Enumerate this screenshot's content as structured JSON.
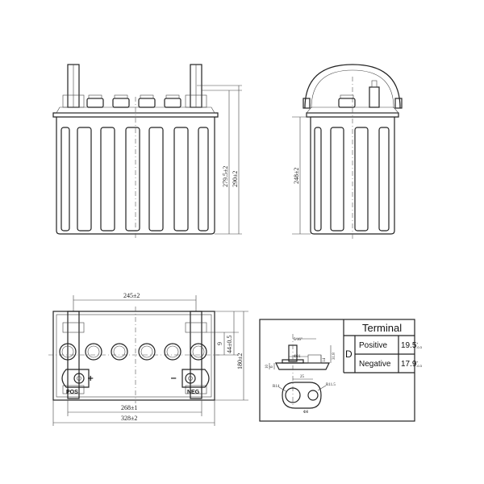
{
  "dimensions": {
    "front_inner_height": "279.5±2",
    "front_total_height": "290±2",
    "side_height": "248±2",
    "top_pole_spacing": "245±2",
    "top_offset_small": "9",
    "top_offset_mid": "44±0.5",
    "top_width": "180±2",
    "top_inner_length": "268±1",
    "top_total_length": "328±2"
  },
  "labels": {
    "pos": "POS",
    "neg": "NEG",
    "plus_symbol": "+",
    "minus_symbol": "−"
  },
  "terminal_detail": {
    "title": "Terminal",
    "code": "D",
    "rows": [
      {
        "name": "Positive",
        "value": "19.5",
        "tol_upper": "+",
        "tol_lower": "-0.3"
      },
      {
        "name": "Negative",
        "value": "17.9",
        "tol_upper": "+",
        "tol_lower": "-0.3"
      }
    ],
    "dims": {
      "bolt": "5/16\"",
      "hole": "Φ21",
      "h1": "14",
      "h2": "31.8",
      "base1": "10",
      "base2": "6",
      "width": "25",
      "r_left": "R14",
      "r_right": "R11.5",
      "arc_small": "Φ8"
    }
  }
}
